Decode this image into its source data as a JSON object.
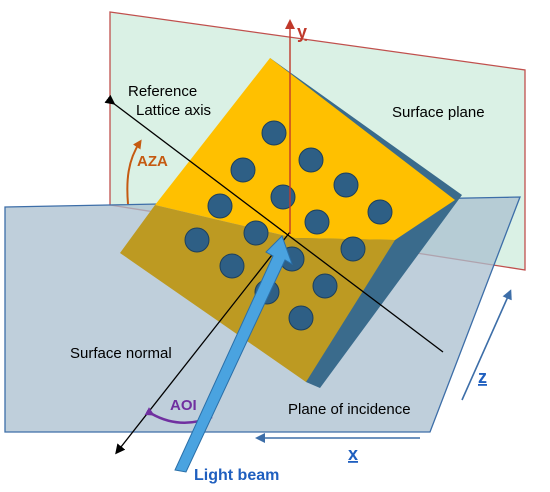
{
  "labels": {
    "reference_line1": "Reference",
    "reference_line2": "Lattice axis",
    "surface_plane": "Surface plane",
    "aza": "AZA",
    "y_axis": "y",
    "surface_normal": "Surface normal",
    "aoi": "AOI",
    "plane_of_incidence": "Plane of incidence",
    "z_axis": "z",
    "x_axis": "x",
    "light_beam": "Light beam"
  },
  "colors": {
    "surface_plane_fill": "#d6efe2",
    "surface_plane_edge": "#c0504d",
    "incidence_plane_fill": "#a9bfcf",
    "incidence_plane_edge": "#3d6ea8",
    "sample_top": "#ffc000",
    "sample_bottom": "#bd9a22",
    "sample_side": "#3a6b8c",
    "dot": "#2e5f85",
    "axis_red": "#c0392b",
    "aza_text": "#c55a11",
    "aoi_purple": "#7030a0",
    "blue_text": "#1f5fbf",
    "beam": "#4aa3e0"
  }
}
